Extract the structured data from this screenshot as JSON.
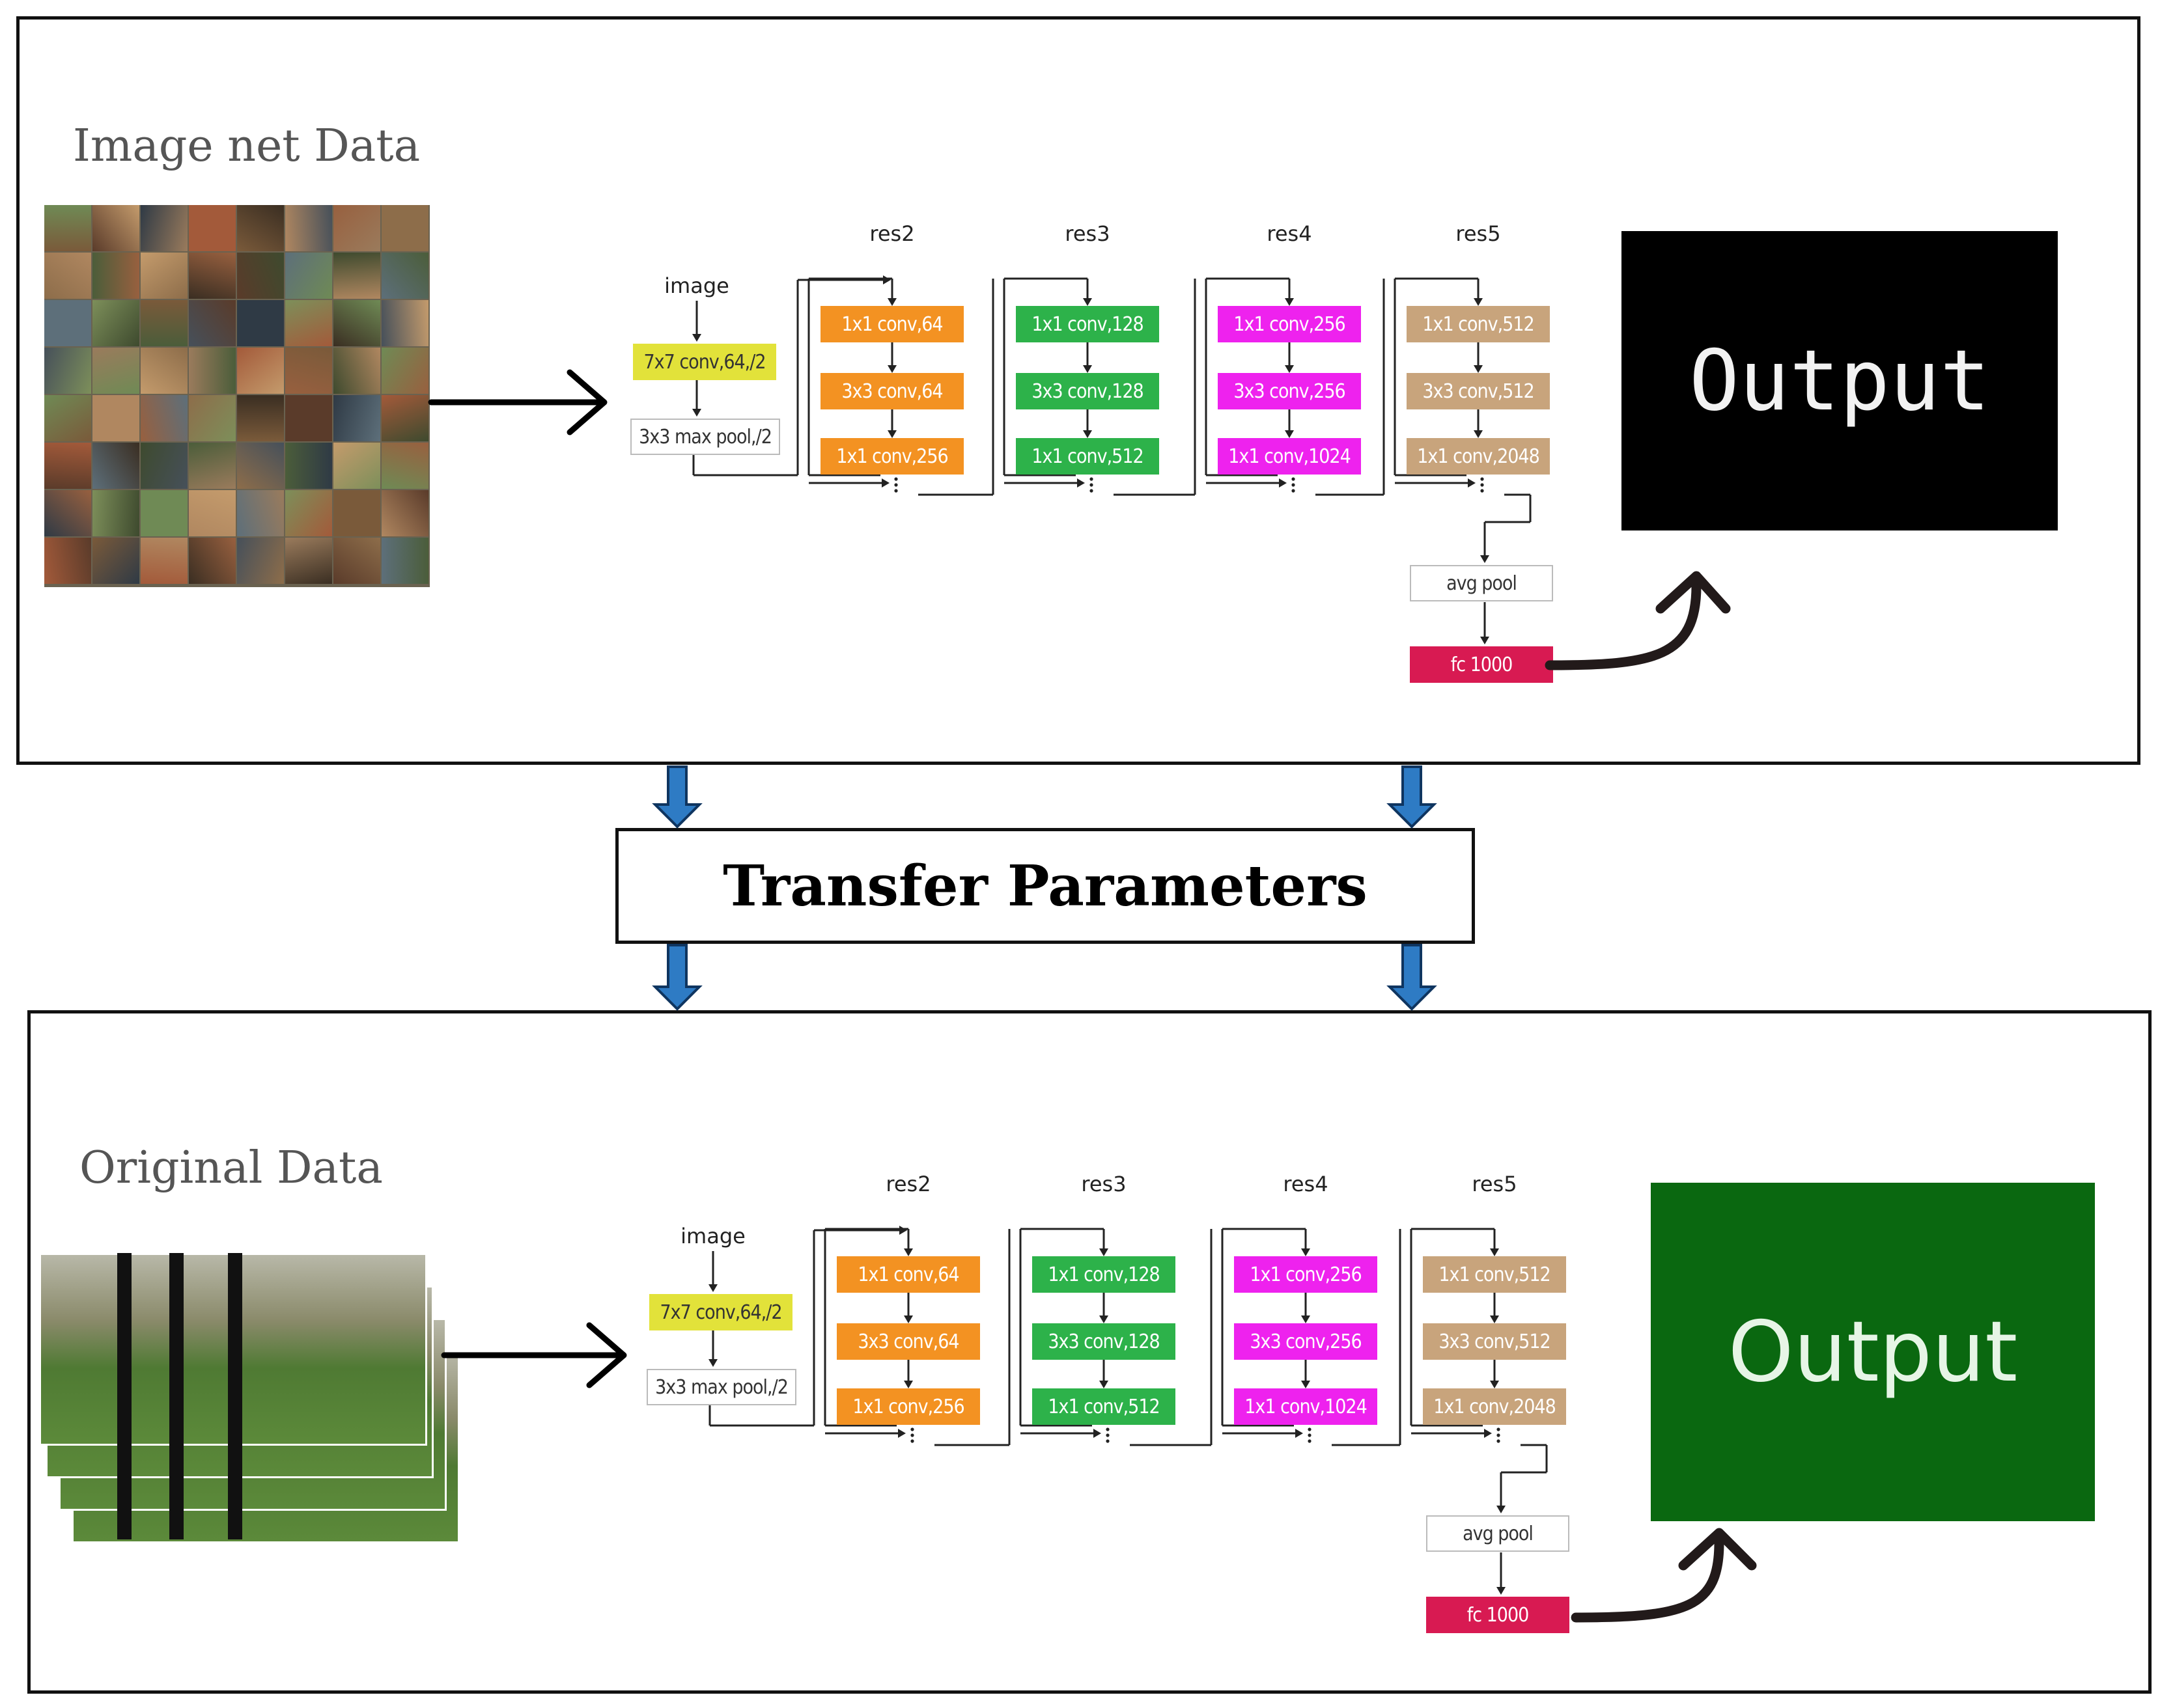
{
  "top": {
    "heading": "Image net Data",
    "output": "Output",
    "output_bg": "#000000",
    "output_fg": "#f2f2f2"
  },
  "bottom": {
    "heading": "Original Data",
    "output": "Output",
    "output_bg": "#0a6810",
    "output_fg": "#e6f5e6"
  },
  "transfer_label": "Transfer Parameters",
  "network": {
    "image": "image",
    "stem_conv": "7x7 conv,64,/2",
    "stem_pool": "3x3 max pool,/2",
    "stages": [
      {
        "name": "res2",
        "layers": [
          "1x1 conv,64",
          "3x3 conv,64",
          "1x1 conv,256"
        ],
        "color": "#f39222"
      },
      {
        "name": "res3",
        "layers": [
          "1x1 conv,128",
          "3x3 conv,128",
          "1x1 conv,512"
        ],
        "color": "#2db24a"
      },
      {
        "name": "res4",
        "layers": [
          "1x1 conv,256",
          "3x3 conv,256",
          "1x1 conv,1024"
        ],
        "color": "#ee22ee"
      },
      {
        "name": "res5",
        "layers": [
          "1x1 conv,512",
          "3x3 conv,512",
          "1x1 conv,2048"
        ],
        "color": "#c8a47c"
      }
    ],
    "avg_pool": "avg pool",
    "fc": "fc 1000",
    "stem_color": "#e2e23a",
    "fc_color": "#d81a52"
  },
  "colors": {
    "transfer_arrow": "#2e7bc4"
  }
}
